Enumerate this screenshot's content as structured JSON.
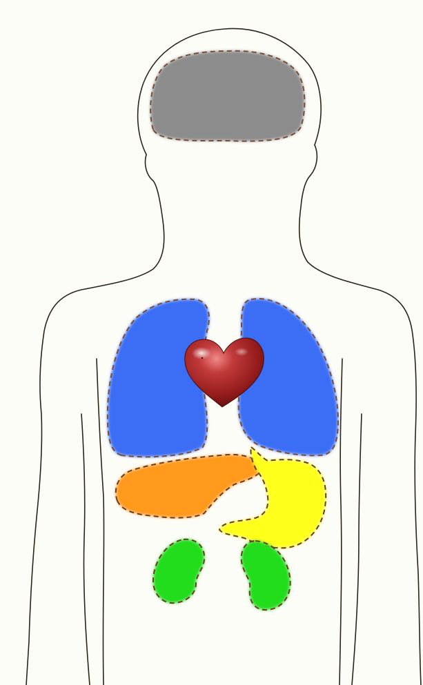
{
  "figure": {
    "type": "body-organ-diagram",
    "labels_shown": false
  },
  "organs": [
    {
      "name": "brain",
      "color": "#8c8c8c"
    },
    {
      "name": "left-lung",
      "color": "#3a6ef5"
    },
    {
      "name": "right-lung",
      "color": "#3a6ef5"
    },
    {
      "name": "heart",
      "color": "#b0282a"
    },
    {
      "name": "liver",
      "color": "#ff9a1a"
    },
    {
      "name": "stomach",
      "color": "#ffff1e"
    },
    {
      "name": "left-kidney",
      "color": "#22dd1f"
    },
    {
      "name": "right-kidney",
      "color": "#22dd1f"
    }
  ],
  "colors": {
    "background": "#fdfdf8",
    "body_outline": "#2a2418",
    "organ_dash": "#7a4b34"
  }
}
